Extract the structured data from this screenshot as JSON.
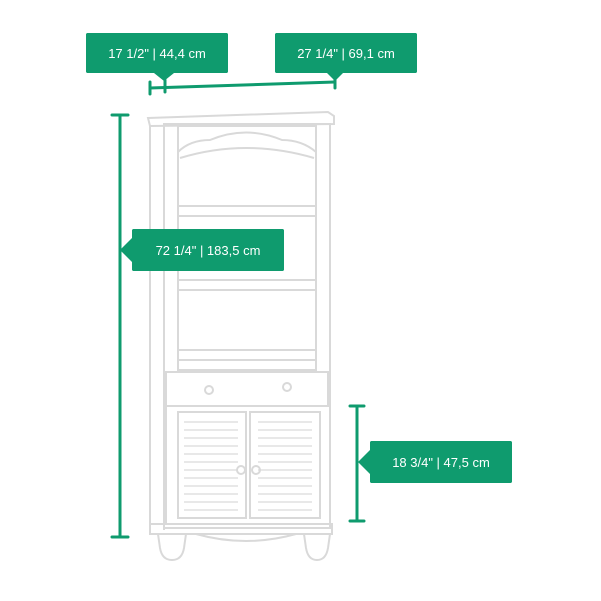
{
  "dimensions": {
    "depth": "17 1/2\"  |  44,4 cm",
    "width": "27 1/4\"  |  69,1 cm",
    "height": "72 1/4\"  |  183,5 cm",
    "cabinet_height": "18 3/4\"  |  47,5 cm"
  },
  "colors": {
    "accent": "#0f9b6e",
    "furniture_outline": "#d9d9d9"
  }
}
